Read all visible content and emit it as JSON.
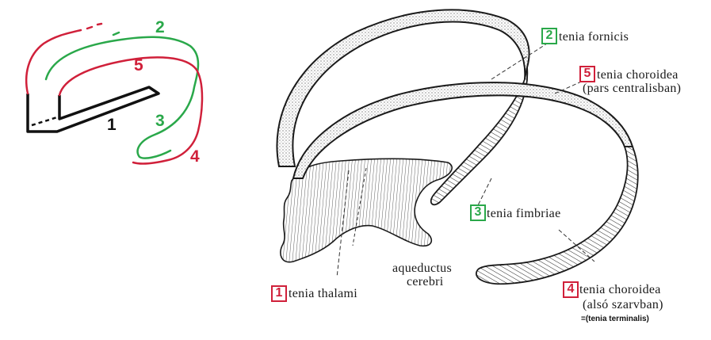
{
  "sketch": {
    "num1": "1",
    "num2": "2",
    "num3": "3",
    "num4": "4",
    "num5": "5"
  },
  "labels": {
    "fornicis": {
      "num": "2",
      "text": "tenia fornicis"
    },
    "choroidea_central": {
      "num": "5",
      "line1": "tenia choroidea",
      "line2": "(pars centralisban)"
    },
    "fimbriae": {
      "num": "3",
      "text": "tenia fimbriae"
    },
    "choroidea_lower": {
      "num": "4",
      "line1": "tenia choroidea",
      "line2": "(alsó szarvban)",
      "note": "=(tenia terminalis)"
    },
    "thalami": {
      "num": "1",
      "text": "tenia thalami"
    },
    "aqueduct": {
      "line1": "aqueductus",
      "line2": "cerebri"
    }
  },
  "colors": {
    "red": "#d0203a",
    "green": "#2aa84a",
    "ink": "#1a1a1a"
  }
}
